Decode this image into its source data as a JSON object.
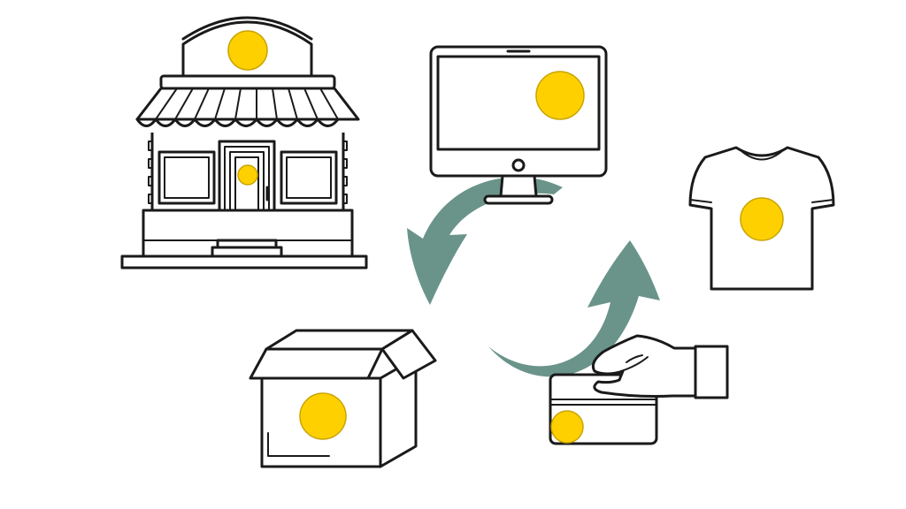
{
  "diagram": {
    "nodes": [
      {
        "id": "store",
        "icon": "storefront-icon"
      },
      {
        "id": "computer",
        "icon": "desktop-monitor-icon"
      },
      {
        "id": "tshirt",
        "icon": "tshirt-icon"
      },
      {
        "id": "card",
        "icon": "hand-credit-card-icon"
      },
      {
        "id": "box",
        "icon": "open-box-icon"
      }
    ],
    "arrows": [
      {
        "from": "computer",
        "to": "store",
        "icon": "curved-arrow-icon"
      },
      {
        "from": "card",
        "to": "tshirt",
        "icon": "curved-arrow-icon"
      }
    ]
  },
  "colors": {
    "accent_dot": "#FFD000",
    "arrow": "#6A948A",
    "line": "#1A1A1A",
    "background": "#FFFFFF"
  }
}
